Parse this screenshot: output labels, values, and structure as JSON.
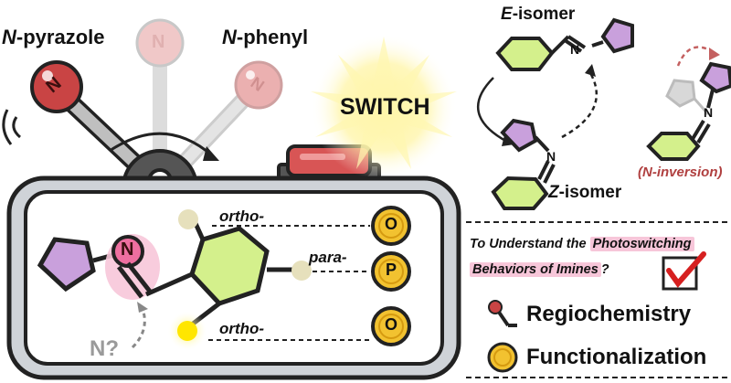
{
  "labels": {
    "n_pyrazole": "N-pyrazole",
    "n_pyrazole_prefix": "N",
    "n_pyrazole_rest": "-pyrazole",
    "n_phenyl_prefix": "N",
    "n_phenyl_rest": "-phenyl",
    "switch": "SWITCH",
    "e_isomer_prefix": "E",
    "e_isomer_rest": "-isomer",
    "z_isomer_prefix": "Z",
    "z_isomer_rest": "-isomer",
    "n_inversion": "(N-inversion)",
    "ortho_top": "ortho-",
    "para": "para-",
    "ortho_bottom": "ortho-",
    "n_question": "N?",
    "atom_n": "N",
    "button_o_top": "O",
    "button_p": "P",
    "button_o_bottom": "O",
    "question_line1_a": "To Understand the ",
    "question_line1_b": "Photoswitching",
    "question_line2_a": "Behaviors of Imines",
    "question_line2_b": "?",
    "regiochemistry": "Regiochemistry",
    "functionalization": "Functionalization"
  },
  "colors": {
    "pentagon_purple": "#c9a0dc",
    "hexagon_green": "#d4f08c",
    "knob_red": "#c94444",
    "knob_pink": "#e9a0a0",
    "knob_faded": "#f0c8c8",
    "button_yellow": "#f2c230",
    "highlight_pink": "#f7c6d9",
    "inversion_red": "#b04040",
    "device_bg": "#ffffff",
    "device_outer": "#cfd3d8"
  }
}
